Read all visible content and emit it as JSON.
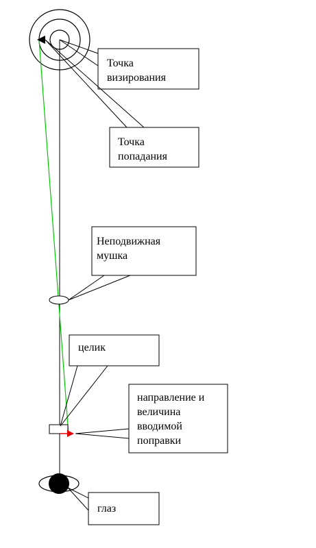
{
  "colors": {
    "stroke": "#000000",
    "sight_line": "#00c800",
    "correction_arrow": "#e00000",
    "eye_pupil": "#000000",
    "background": "#ffffff"
  },
  "labels": {
    "aim_point": "Точка\nвизирования",
    "impact_point": "Точка\nпопадания",
    "front_sight": "Неподвижная\nмушка",
    "rear_sight": "целик",
    "correction": "направление и\nвеличина\nвводимой\nпоправки",
    "eye": "глаз"
  },
  "icons": {
    "target": "concentric-target-icon",
    "eye": "eye-icon",
    "arrow": "red-arrow-icon"
  }
}
